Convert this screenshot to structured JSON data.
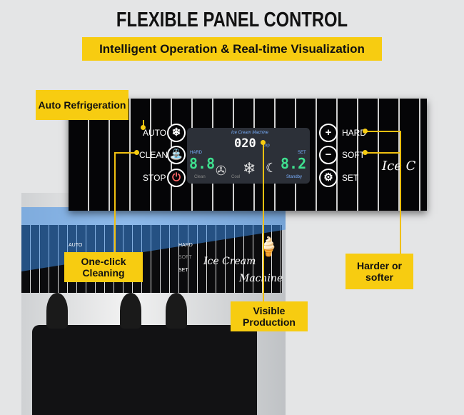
{
  "title": "FLEXIBLE PANEL CONTROL",
  "subtitle": "Intelligent Operation & Real-time Visualization",
  "panel": {
    "left_buttons": [
      {
        "label": "AUTO",
        "icon": "snowflake-icon"
      },
      {
        "label": "CLEAN",
        "icon": "faucet-icon"
      },
      {
        "label": "STOP",
        "icon": "power-icon"
      }
    ],
    "right_buttons": [
      {
        "label": "HARD",
        "icon": "plus-icon"
      },
      {
        "label": "SOFT",
        "icon": "minus-icon"
      },
      {
        "label": "SET",
        "icon": "gear-icon"
      }
    ],
    "display": {
      "brand": "Ice Cream Machine",
      "counter": "020",
      "counter_unit": "cup",
      "hard_label": "HARD",
      "hard_value": "8.8",
      "set_label": "SET",
      "set_value": "8.2",
      "clean_label": "Clean",
      "cool_label": "Cool",
      "standby_label": "Standby"
    },
    "script_text": "Ice C"
  },
  "machine": {
    "script_line1": "Ice Cream",
    "script_line2": "Machine",
    "mini_labels": [
      "AUTO",
      "HARD",
      "SOFT",
      "SET"
    ]
  },
  "callouts": {
    "auto_refrigeration": "Auto Refrigeration",
    "one_click_cleaning": "One-click Cleaning",
    "visible_production": "Visible Production",
    "harder_softer": "Harder or softer"
  },
  "colors": {
    "accent_yellow": "#f7cc11",
    "lcd_green": "#3fe08f",
    "projection_blue": "#3c8ce6"
  }
}
